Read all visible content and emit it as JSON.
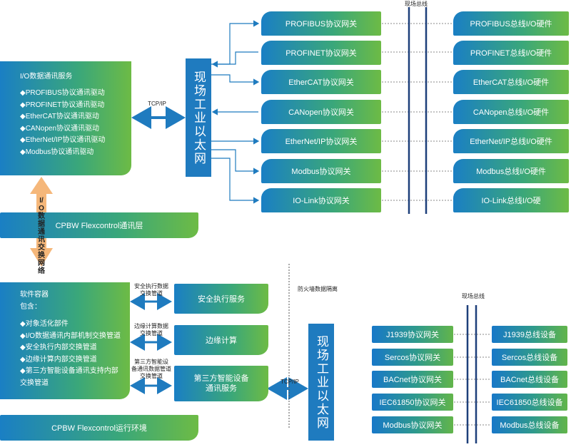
{
  "top": {
    "io_panel": {
      "title": "I/O数据通讯服务",
      "items": [
        "◆PROFIBUS协议通讯驱动",
        "◆PROFINET协议通讯驱动",
        "◆EtherCAT协议通讯驱动",
        "◆CANopen协议通讯驱动",
        "◆EtherNet/IP协议通讯驱动",
        "◆Modbus协议通讯驱动"
      ]
    },
    "ethernet_label": "现场工业以太网",
    "tcpip_label": "TCP/IP",
    "fieldbus_label": "现场总线",
    "gateways": [
      "PROFIBUS协议网关",
      "PROFINET协议网关",
      "EtherCAT协议网关",
      "CANopen协议网关",
      "EtherNet/IP协议网关",
      "Modbus协议网关",
      "IO-Link协议网关"
    ],
    "hardware": [
      "PROFIBUS总线I/O硬件",
      "PROFINET总线I/O硬件",
      "EtherCAT总线I/O硬件",
      "CANopen总线I/O硬件",
      "EtherNet/IP总线I/O硬件",
      "Modbus总线I/O硬件",
      "IO-Link总线I/O硬"
    ]
  },
  "middle": {
    "exchange_label": "I/O数据通讯交换网络",
    "comm_layer": "CPBW Flexcontrol通讯层"
  },
  "bottom": {
    "container": {
      "title": "软件容器",
      "subtitle": "包含：",
      "items": [
        "◆对象活化部件",
        "◆I/O数据通讯内部机制交换管道",
        "◆安全执行内部交换管道",
        "◆边缘计算内部交换管道",
        "◆第三方智能设备通讯支持内部",
        "交换管道"
      ]
    },
    "pipes": [
      {
        "label": "安全执行数据交换管道",
        "lines": [
          "安全执行数据",
          "交换管道"
        ],
        "service": "安全执行服务"
      },
      {
        "label": "边缘计算数据交换管道",
        "lines": [
          "边缘计算数据",
          "交换管道"
        ],
        "service": "边缘计算"
      },
      {
        "label": "第三方智能设备通讯数据管道交换管道",
        "lines": [
          "第三方智能设",
          "备通讯数据管道",
          "交换管道"
        ],
        "service": "第三方智能设备通讯服务"
      }
    ],
    "service3_lines": [
      "第三方智能设备",
      "通讯服务"
    ],
    "runtime": "CPBW Flexcontrol运行环境",
    "firewall_label": "防火墙数据隔离",
    "tcpip_label": "TCP/IP",
    "ethernet_label": "现场工业以太网",
    "fieldbus_label": "现场总线",
    "gateways": [
      "J1939协议网关",
      "Sercos协议网关",
      "BACnet协议网关",
      "IEC61850协议网关",
      "Modbus协议网关"
    ],
    "devices": [
      "J1939总线设备",
      "Sercos总线设备",
      "BACnet总线设备",
      "IEC61850总线设备",
      "Modbus总线设备"
    ]
  },
  "colors": {
    "gradient_start": "#1a7fc4",
    "gradient_end": "#6dbb45",
    "arrow_blue": "#1f7bbf",
    "exchange_orange": "#f5b77a",
    "line_navy": "#1d3f7a"
  }
}
